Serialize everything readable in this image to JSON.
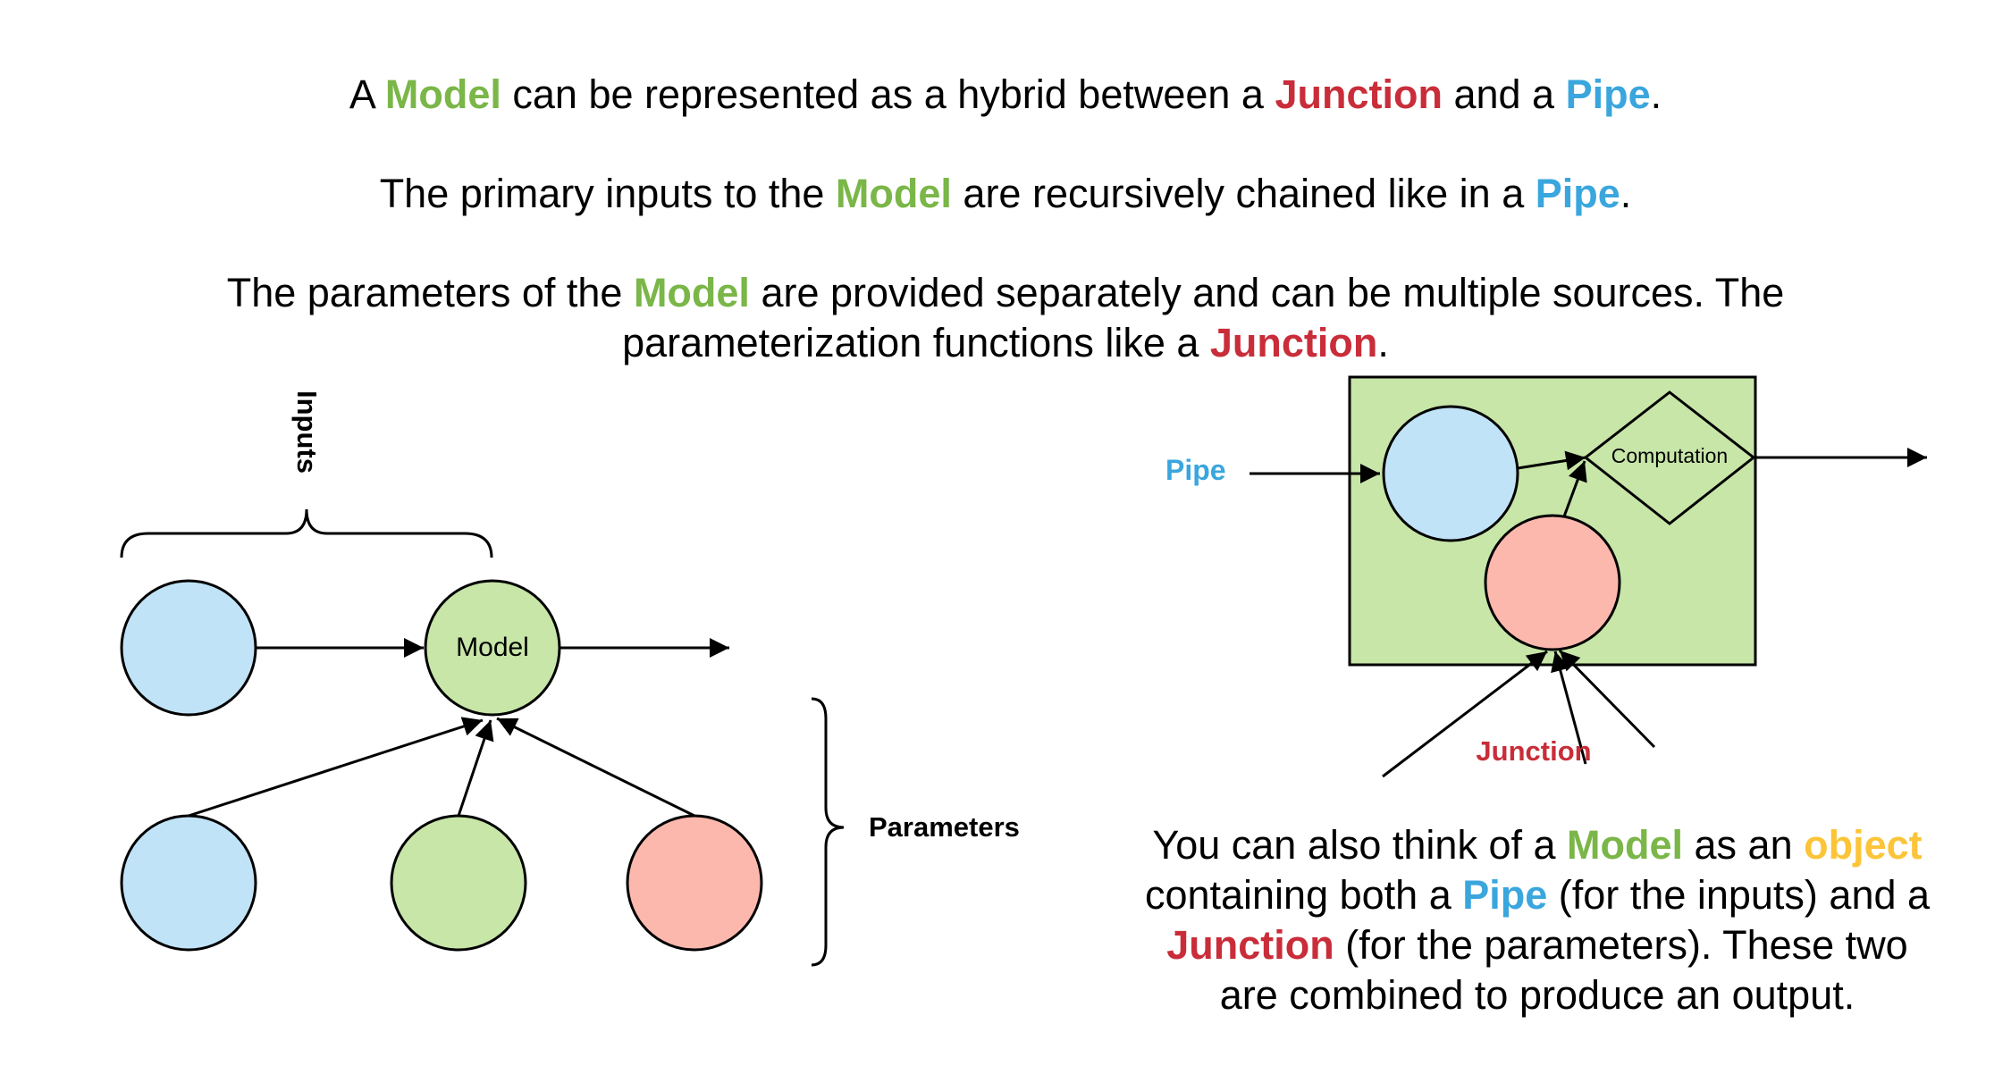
{
  "colors": {
    "model_green": "#7ab648",
    "junction_red": "#c92d39",
    "pipe_blue": "#3aa6dd",
    "object_yellow": "#fcc438",
    "node_blue_fill": "#c1e3f7",
    "node_green_fill": "#c7e6a8",
    "node_red_fill": "#fdb8ae"
  },
  "text": {
    "p1": {
      "a": "A ",
      "model": "Model",
      "b": " can be represented as a hybrid between a ",
      "junction": "Junction",
      "c": " and a ",
      "pipe": "Pipe",
      "d": "."
    },
    "p2": {
      "a": "The primary inputs to the ",
      "model": "Model",
      "b": " are recursively chained like in a ",
      "pipe": "Pipe",
      "c": "."
    },
    "p3": {
      "a": "The parameters of the ",
      "model": "Model",
      "b": " are provided separately and can be multiple sources. The",
      "c": "parameterization functions like a ",
      "junction": "Junction",
      "d": "."
    },
    "p4": {
      "a": "You can also think of a ",
      "model": "Model",
      "b": " as an ",
      "object": "object",
      "c": "containing both a ",
      "pipe": "Pipe",
      "d": " (for the inputs) and a",
      "junction": "Junction",
      "e": " (for the parameters). These two",
      "f": "are combined to produce an output."
    }
  },
  "left_diagram": {
    "inputs_label": "Inputs",
    "model_label": "Model",
    "parameters_label": "Parameters"
  },
  "right_diagram": {
    "pipe_label": "Pipe",
    "computation_label": "Computation",
    "junction_label": "Junction"
  }
}
